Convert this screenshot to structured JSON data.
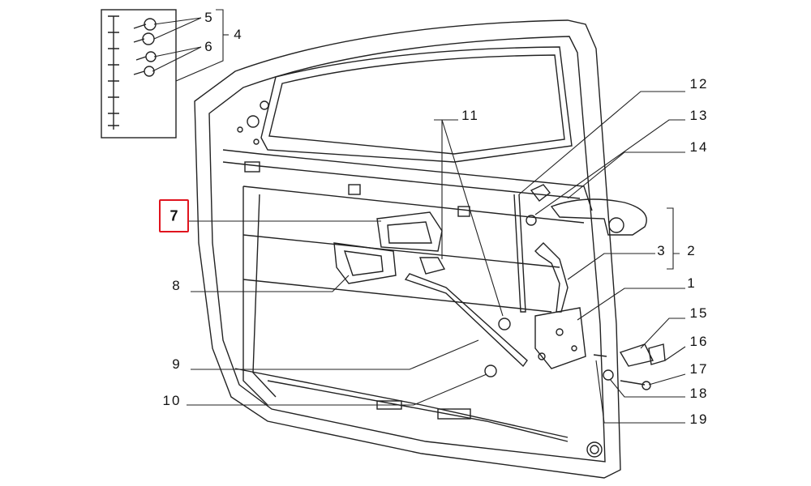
{
  "diagram": {
    "highlight_color": "#e0141e",
    "highlighted_label": "7",
    "labels": [
      "1",
      "2",
      "3",
      "4",
      "5",
      "6",
      "7",
      "8",
      "9",
      "10",
      "11",
      "12",
      "13",
      "14",
      "15",
      "16",
      "17",
      "18",
      "19"
    ]
  }
}
